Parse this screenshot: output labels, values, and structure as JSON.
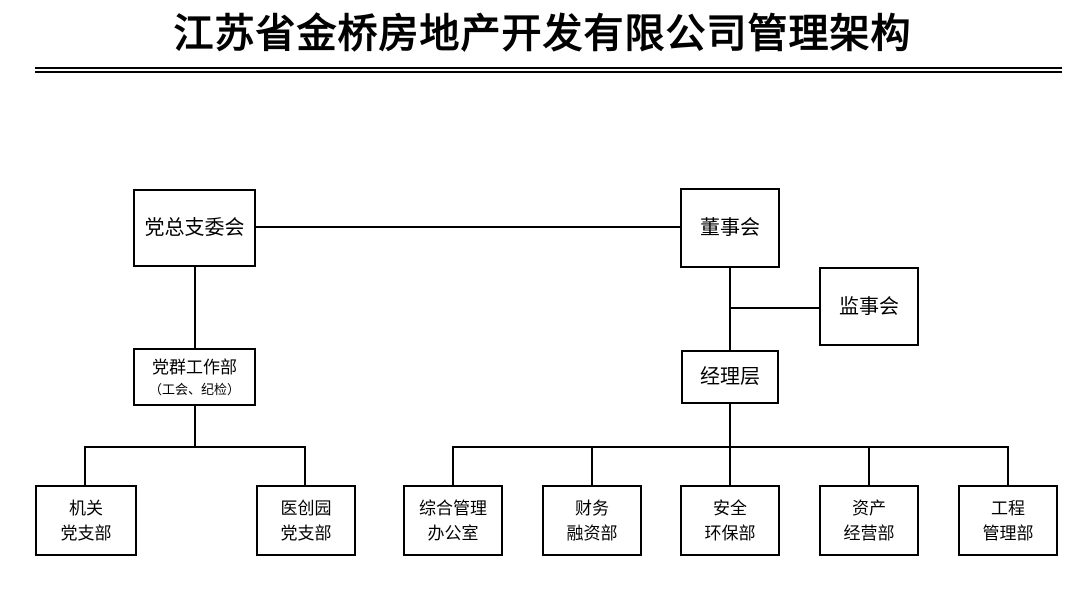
{
  "title": "江苏省金桥房地产开发有限公司管理架构",
  "colors": {
    "line": "#000000",
    "background": "#ffffff",
    "text": "#000000"
  },
  "nodes": {
    "party_committee": {
      "label": "党总支委会"
    },
    "board": {
      "label": "董事会"
    },
    "supervisors": {
      "label": "监事会"
    },
    "party_work_dept": {
      "label": "党群工作部",
      "sublabel": "（工会、纪检）"
    },
    "managers": {
      "label": "经理层"
    },
    "org_party_branch": {
      "line1": "机关",
      "line2": "党支部"
    },
    "yichuangyuan_party_branch": {
      "line1": "医创园",
      "line2": "党支部"
    },
    "general_management_office": {
      "line1": "综合管理",
      "line2": "办公室"
    },
    "finance_dept": {
      "line1": "财务",
      "line2": "融资部"
    },
    "safety_dept": {
      "line1": "安全",
      "line2": "环保部"
    },
    "assets_dept": {
      "line1": "资产",
      "line2": "经营部"
    },
    "engineering_dept": {
      "line1": "工程",
      "line2": "管理部"
    }
  },
  "edges": [
    {
      "from": "党总支委会",
      "to": "董事会"
    },
    {
      "from": "党总支委会",
      "to": "党群工作部（工会、纪检）"
    },
    {
      "from": "董事会",
      "to": "监事会"
    },
    {
      "from": "董事会",
      "to": "经理层"
    },
    {
      "from": "党群工作部（工会、纪检）",
      "to": "机关党支部"
    },
    {
      "from": "党群工作部（工会、纪检）",
      "to": "医创园党支部"
    },
    {
      "from": "经理层",
      "to": "综合管理办公室"
    },
    {
      "from": "经理层",
      "to": "财务融资部"
    },
    {
      "from": "经理层",
      "to": "安全环保部"
    },
    {
      "from": "经理层",
      "to": "资产经营部"
    },
    {
      "from": "经理层",
      "to": "工程管理部"
    }
  ]
}
